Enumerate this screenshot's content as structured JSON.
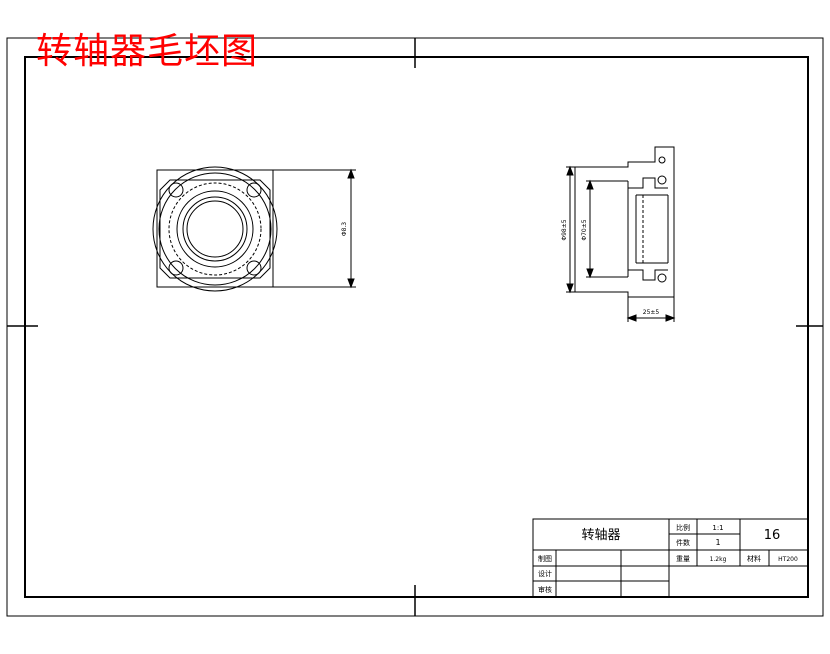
{
  "drawing": {
    "title": "转轴器毛坯图",
    "title_color": "#ff0000",
    "line_color": "#000000",
    "background": "#ffffff"
  },
  "dimensions": {
    "front_height": "Φ8.3",
    "side_outer_diameter": "Φ98±5",
    "side_inner_diameter": "Φ70±5",
    "side_length": "25±5"
  },
  "title_block": {
    "part_name": "转轴器",
    "scale_label": "比例",
    "scale_value": "1:1",
    "quantity_label": "件数",
    "quantity_value": "1",
    "drawing_number": "16",
    "weight_label": "重量",
    "weight_value": "1.2kg",
    "material_label": "材料",
    "material_value": "HT200",
    "drafter_label": "制图",
    "designer_label": "设计",
    "reviewer_label": "审核"
  }
}
